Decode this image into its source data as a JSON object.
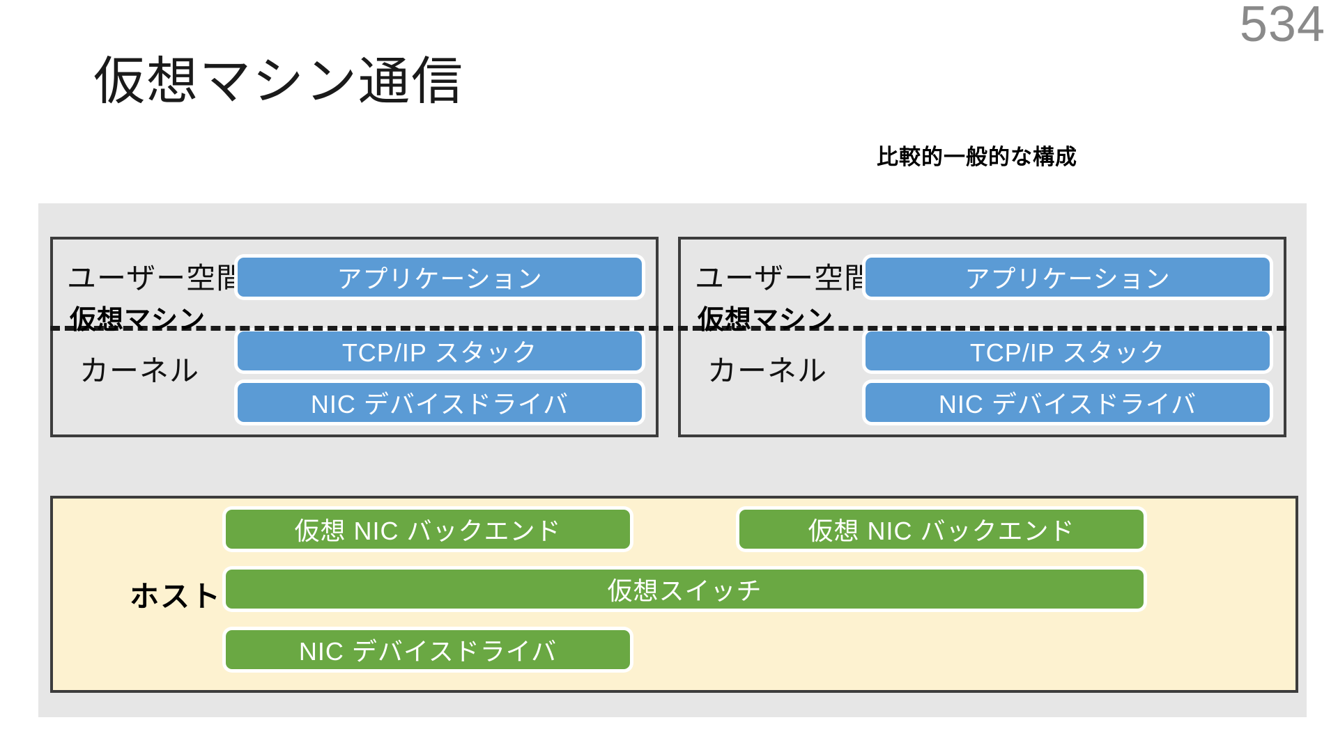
{
  "slide": {
    "page_number": "534",
    "title": "仮想マシン通信",
    "subtitle": "比較的一般的な構成"
  },
  "colors": {
    "blue_component": "#5B9BD5",
    "green_component": "#6AA843",
    "host_background": "#FDF2D0",
    "diagram_background": "#E6E6E6",
    "border": "#3C3C3C",
    "page_number": "#8A8A8A"
  },
  "diagram": {
    "vms": [
      {
        "name": "vm-left",
        "userspace_label": "ユーザー空間",
        "vm_label": "仮想マシン",
        "kernel_label": "カーネル",
        "components": {
          "application": "アプリケーション",
          "tcp_ip_stack": "TCP/IP スタック",
          "nic_driver": "NIC デバイスドライバ"
        }
      },
      {
        "name": "vm-right",
        "userspace_label": "ユーザー空間",
        "vm_label": "仮想マシン",
        "kernel_label": "カーネル",
        "components": {
          "application": "アプリケーション",
          "tcp_ip_stack": "TCP/IP スタック",
          "nic_driver": "NIC デバイスドライバ"
        }
      }
    ],
    "host": {
      "label": "ホスト",
      "components": {
        "vnic_backend_left": "仮想 NIC バックエンド",
        "vnic_backend_right": "仮想 NIC バックエンド",
        "virtual_switch": "仮想スイッチ",
        "nic_driver": "NIC デバイスドライバ"
      }
    }
  }
}
